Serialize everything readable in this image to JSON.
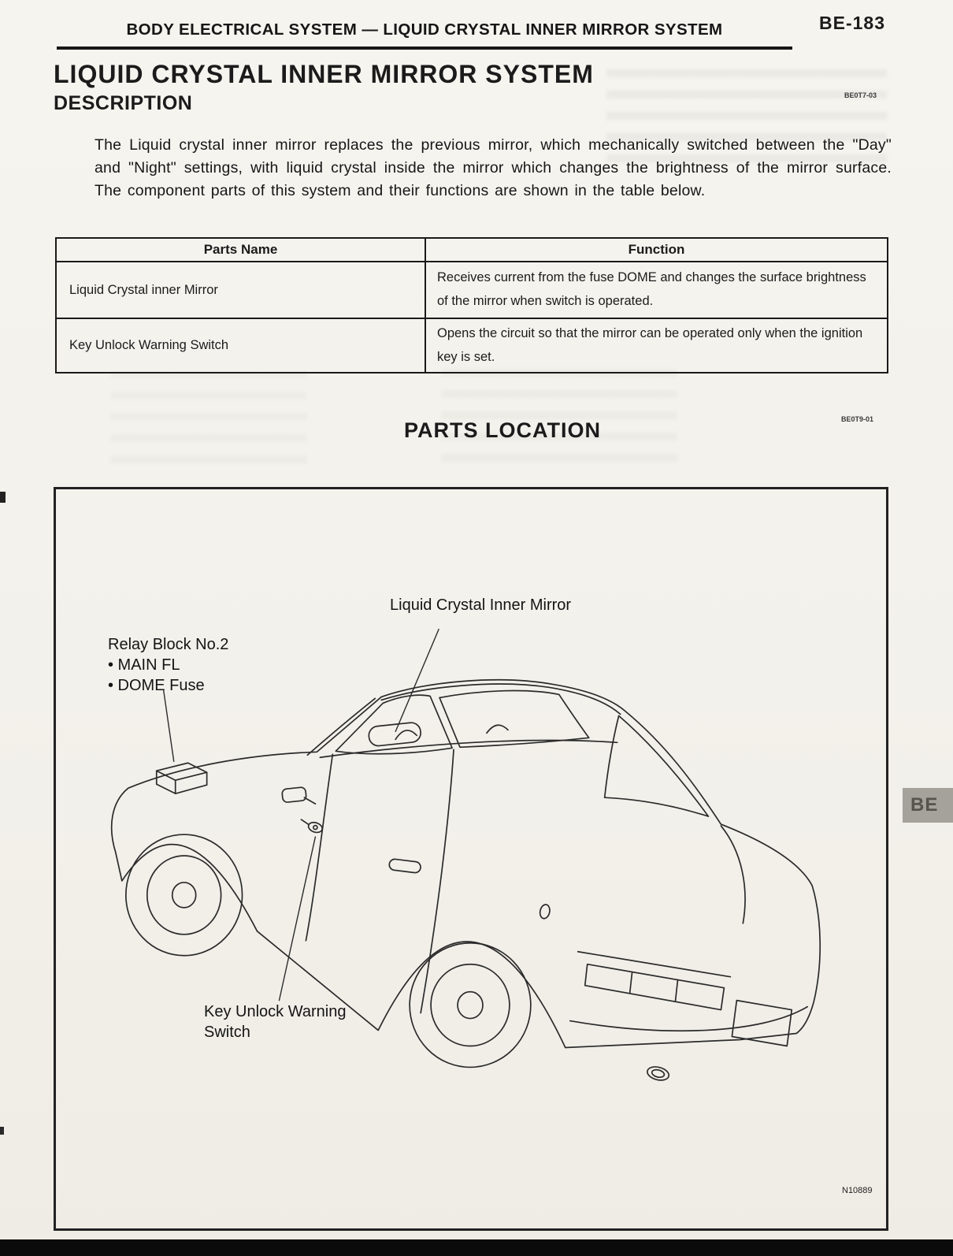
{
  "header": {
    "title": "BODY ELECTRICAL SYSTEM — LIQUID CRYSTAL INNER MIRROR SYSTEM",
    "page_number": "BE-183"
  },
  "section": {
    "title": "LIQUID CRYSTAL INNER MIRROR SYSTEM",
    "code": "BE0T7-03",
    "subtitle": "DESCRIPTION",
    "paragraph": "The Liquid crystal inner mirror replaces the previous mirror, which mechanically switched between the \"Day\" and \"Night\" settings, with liquid crystal inside the mirror which changes the brightness of the mirror surface. The component parts of this system and their functions are shown in the table below."
  },
  "table": {
    "headers": {
      "parts": "Parts Name",
      "function": "Function"
    },
    "rows": [
      {
        "part": "Liquid Crystal inner Mirror",
        "func": "Receives current from the fuse DOME and changes the surface brightness of the mirror when switch is operated."
      },
      {
        "part": "Key Unlock Warning Switch",
        "func": "Opens the circuit so that the mirror can be operated only when the ignition key is set."
      }
    ]
  },
  "parts_location": {
    "heading": "PARTS LOCATION",
    "code": "BE0T9-01",
    "mirror_label": "Liquid Crystal Inner Mirror",
    "relay_label": "Relay Block No.2",
    "relay_item_1": "• MAIN FL",
    "relay_item_2": "• DOME Fuse",
    "key_switch_label": "Key Unlock Warning\nSwitch",
    "figure_code": "N10889"
  },
  "side_tab": {
    "label": "BE"
  }
}
